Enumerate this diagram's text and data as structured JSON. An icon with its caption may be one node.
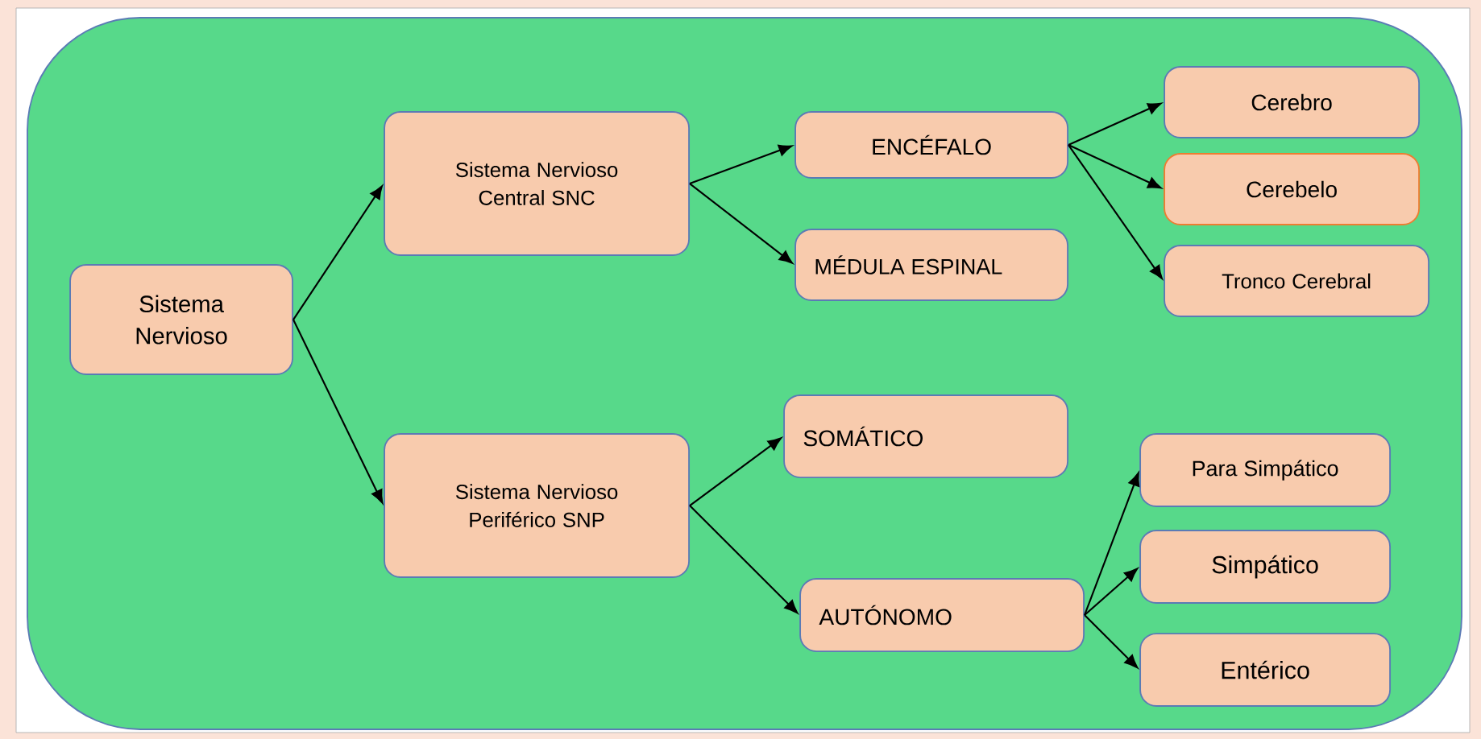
{
  "diagram": {
    "nodes": [
      {
        "text": [],
        "shape": "box"
      },
      {
        "text": [
          "Sistema Nervioso"
        ],
        "in": 0
      },
      {
        "text": [
          "Sistema Nervioso Central SNC"
        ],
        "in": 0
      },
      {
        "text": [
          "Sistema Nervioso Periférico SNP"
        ],
        "in": 0
      },
      {
        "text": [
          "ENCÉFALO"
        ],
        "in": 0
      },
      {
        "text": [
          "MÉDULA ESPINAL"
        ],
        "in": 0
      },
      {
        "text": [
          "Cerebro"
        ],
        "in": 0
      },
      {
        "text": [
          "Cerebelo"
        ],
        "in": 0
      },
      {
        "text": [
          "Tronco Cerebral"
        ],
        "in": 0
      },
      {
        "text": [
          "SOMÁTICO"
        ],
        "in": 0
      },
      {
        "text": [
          "AUTÓNOMO"
        ],
        "in": 0
      },
      {
        "text": [
          "Para Simpático"
        ],
        "in": 0
      },
      {
        "text": [
          "Simpático"
        ],
        "in": 0
      },
      {
        "text": [
          "Entérico"
        ],
        "in": 0
      }
    ],
    "edges": [
      {
        "from": 1,
        "to": 2,
        "arrow": "to"
      },
      {
        "from": 1,
        "to": 3,
        "arrow": "to"
      },
      {
        "from": 2,
        "to": 4,
        "arrow": "to"
      },
      {
        "from": 2,
        "to": 5,
        "arrow": "to"
      },
      {
        "from": 4,
        "to": 6,
        "arrow": "to"
      },
      {
        "from": 4,
        "to": 7,
        "arrow": "to"
      },
      {
        "from": 4,
        "to": 8,
        "arrow": "to"
      },
      {
        "from": 3,
        "to": 9,
        "arrow": "to"
      },
      {
        "from": 3,
        "to": 10,
        "arrow": "to"
      },
      {
        "from": 10,
        "to": 11,
        "arrow": "to"
      },
      {
        "from": 10,
        "to": 12,
        "arrow": "to"
      },
      {
        "from": 10,
        "to": 13,
        "arrow": "to"
      }
    ]
  }
}
